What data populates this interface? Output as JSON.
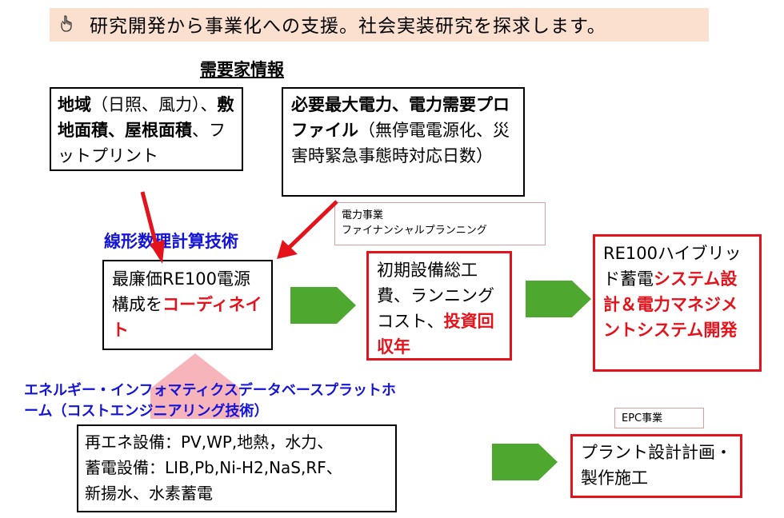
{
  "banner": {
    "icon": "pointing-hand-icon",
    "text": "研究開発から事業化への支援。社会実装研究を探求します。"
  },
  "demand_title": "需要家情報",
  "region_box": {
    "b1": "地域",
    "t1": "（日照、風力）、",
    "b2": "敷地面積、屋根面積",
    "t2": "、フットプリント"
  },
  "power_box": {
    "b1": "必要最大電力、電力需要プロファイル",
    "t1": "（無停電電源化、災害時緊急事態時対応日数）"
  },
  "power_business_box": {
    "line1": "電力事業",
    "line2": "ファイナンシャルプランニング"
  },
  "linear_math_label": "線形数理計算技術",
  "coordinate_box": {
    "t1": "最廉価RE100電源構成を",
    "r1": "コーディネイト"
  },
  "cost_box": {
    "t1": "初期設備総工費、ランニングコスト、",
    "r1": "投資回収年"
  },
  "re100_box": {
    "t1": "RE100ハイブリッド蓄電",
    "r1": "システム設計＆電力マネジメントシステム開発"
  },
  "energy_platform_label": {
    "line1": "エネルギー・インフォマティクスデータベースプラットホ",
    "line2": "ーム（コストエンジニアリング技術）"
  },
  "equipment_box": {
    "line1": "再エネ設備：PV,WP,地熱，水力、",
    "line2": "蓄電設備：LIB,Pb,Ni-H2,NaS,RF、",
    "line3": "新揚水、水素蓄電"
  },
  "epc_box": "EPC事業",
  "plant_box": "プラント設計計画・製作施工",
  "colors": {
    "accent_red": "#e3121b",
    "accent_blue": "#1414d4",
    "arrow_green": "#4ea72e",
    "banner_bg": "#fbe0cf"
  }
}
